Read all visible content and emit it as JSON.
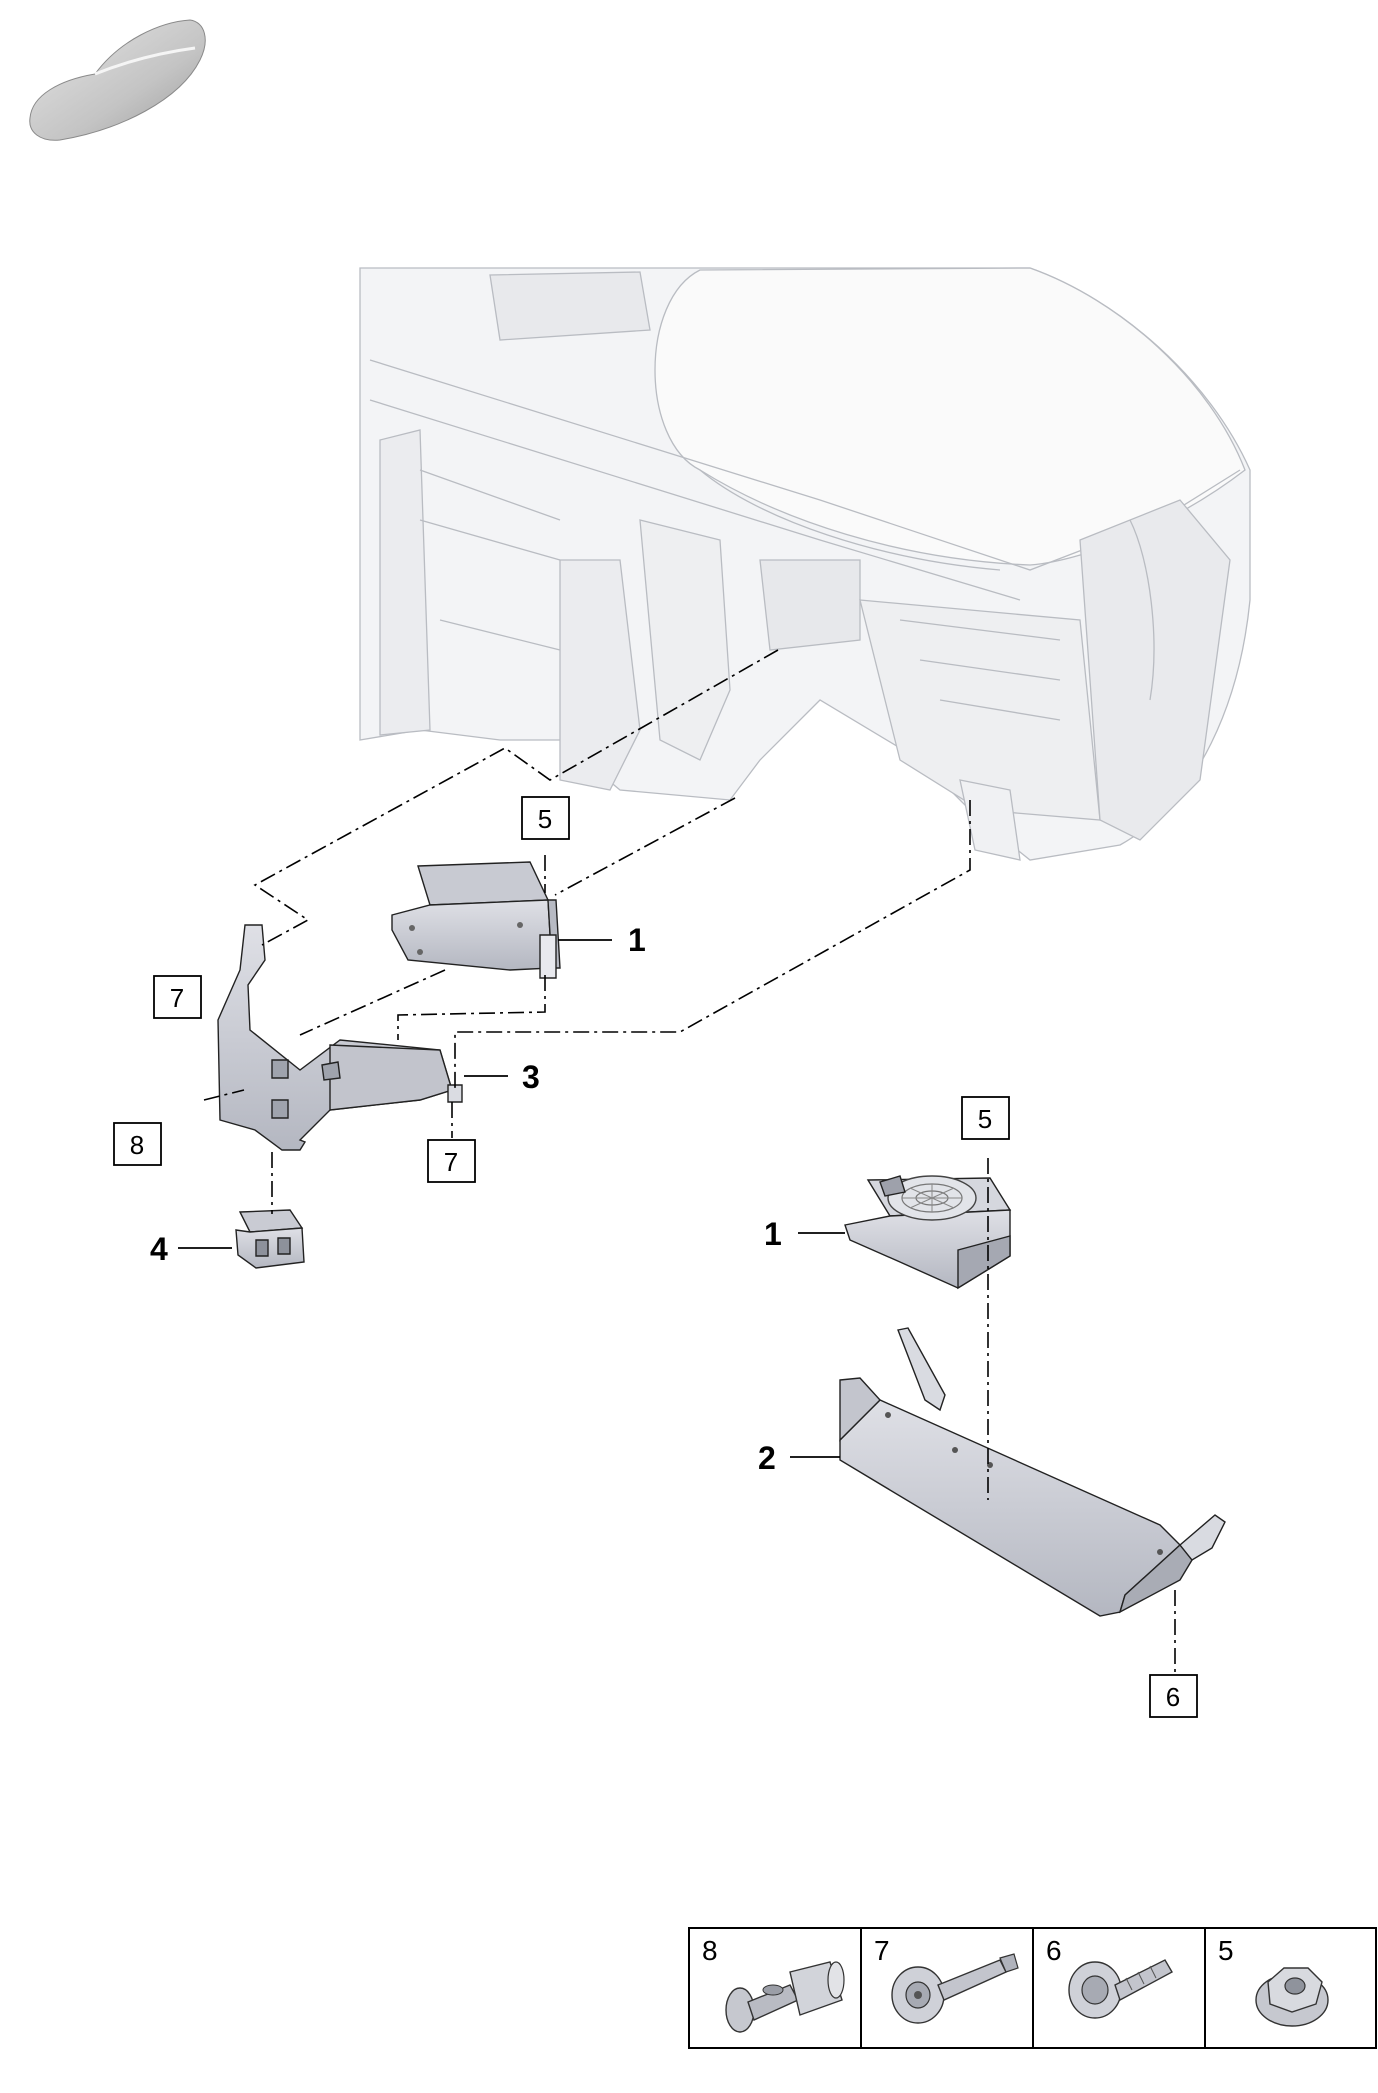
{
  "diagram": {
    "callouts": [
      {
        "id": "box-5-top",
        "text": "5"
      },
      {
        "id": "num-1-top",
        "text": "1"
      },
      {
        "id": "box-7-left",
        "text": "7"
      },
      {
        "id": "num-3",
        "text": "3"
      },
      {
        "id": "box-8",
        "text": "8"
      },
      {
        "id": "box-7-bottom",
        "text": "7"
      },
      {
        "id": "num-4",
        "text": "4"
      },
      {
        "id": "box-5-right",
        "text": "5"
      },
      {
        "id": "num-1-right",
        "text": "1"
      },
      {
        "id": "num-2",
        "text": "2"
      },
      {
        "id": "box-6",
        "text": "6"
      }
    ],
    "legend": [
      {
        "label": "8",
        "icon": "expanding-rivet-icon"
      },
      {
        "label": "7",
        "icon": "flange-screw-icon"
      },
      {
        "label": "6",
        "icon": "collar-screw-icon"
      },
      {
        "label": "5",
        "icon": "flange-nut-icon"
      }
    ],
    "colors": {
      "part_fill": "#d3d5dc",
      "part_shade": "#a9acb6",
      "ghost_fill": "#f1f2f4",
      "line": "#000000"
    }
  }
}
